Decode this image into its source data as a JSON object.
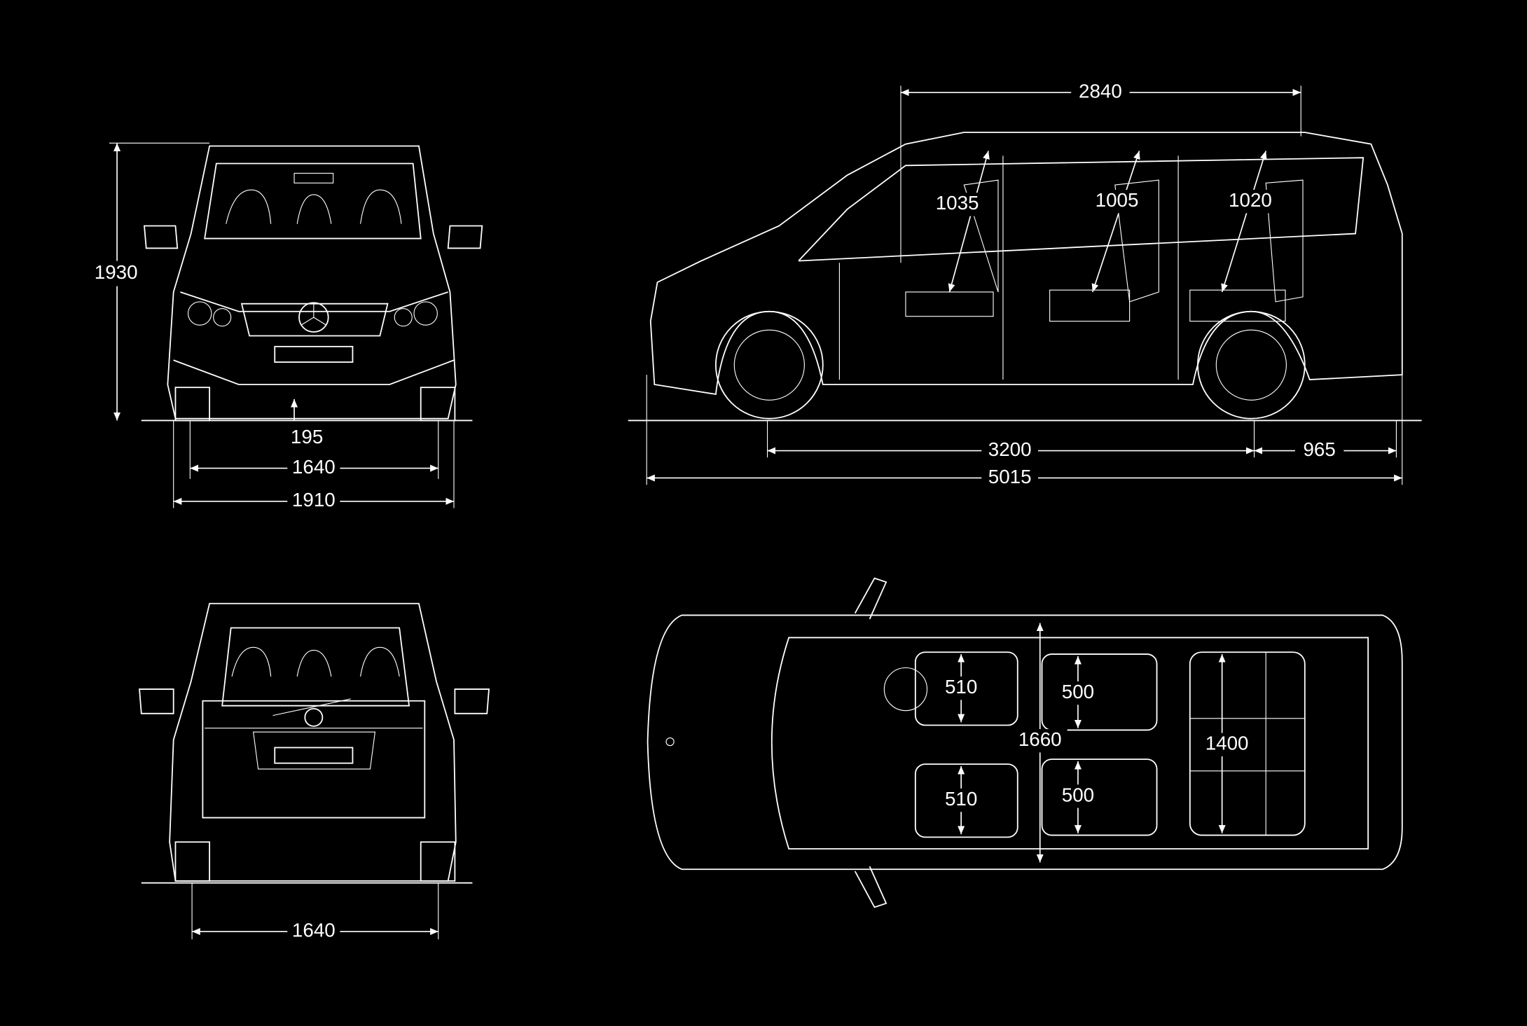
{
  "colors": {
    "background": "#000000",
    "lines": "#ffffff"
  },
  "front_view": {
    "height": "1930",
    "ground_clearance": "195",
    "track": "1640",
    "width": "1910"
  },
  "side_view": {
    "interior_length": "2840",
    "row1_headroom": "1035",
    "row2_headroom": "1005",
    "row3_headroom": "1020",
    "wheelbase": "3200",
    "rear_overhang": "965",
    "length": "5015"
  },
  "rear_view": {
    "track": "1640"
  },
  "top_view": {
    "front_seat_left": "510",
    "front_seat_right": "510",
    "row2_seat_left": "500",
    "row2_seat_right": "500",
    "interior_width": "1660",
    "bench_width": "1400"
  }
}
